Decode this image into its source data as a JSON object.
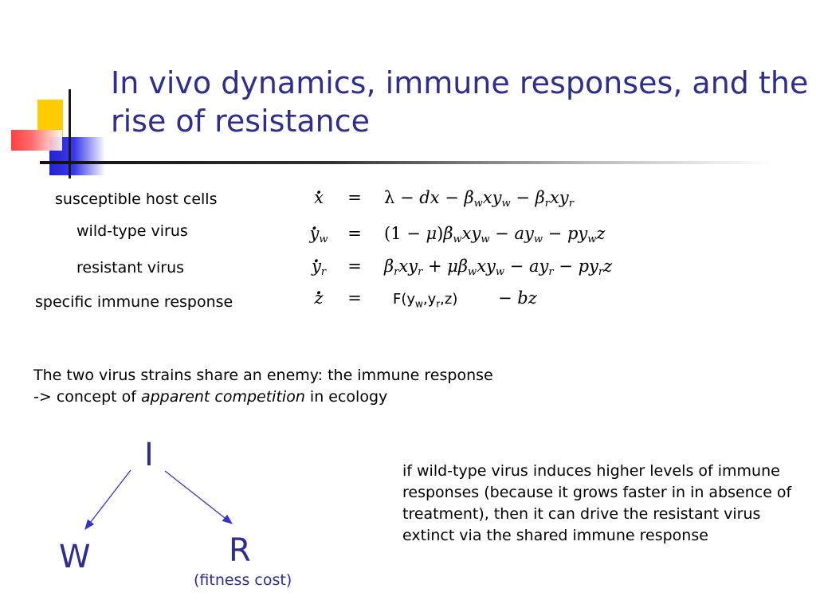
{
  "slide": {
    "title": "In vivo dynamics, immune responses, and the rise of resistance",
    "equations": [
      {
        "label": "susceptible host cells",
        "lhs": "x",
        "lhs_sub": "",
        "rhs": "λ − dx − β_w x y_w − β_r x y_r"
      },
      {
        "label": "wild-type virus",
        "lhs": "y",
        "lhs_sub": "w",
        "rhs": "(1 − μ)β_w x y_w − a y_w − p y_w z"
      },
      {
        "label": "resistant virus",
        "lhs": "y",
        "lhs_sub": "r",
        "rhs": "β_r x y_r + μβ_w x y_w − a y_r − p y_r z"
      },
      {
        "label": "specific immune response",
        "lhs": "z",
        "lhs_sub": "",
        "rhs_func": "F(y_w,y_r,z)",
        "rhs_tail": "− bz"
      }
    ],
    "equals": "=",
    "competition": {
      "line1": "The two virus strains share an enemy: the immune response",
      "line2_prefix": "-> concept of ",
      "line2_italic": "apparent competition",
      "line2_suffix": " in ecology"
    },
    "diagram": {
      "top": "I",
      "left": "W",
      "right": "R",
      "right_note": "(fitness cost)",
      "arrow_color": "#3333cc"
    },
    "side_text": "if wild-type virus induces higher levels of immune responses (because it grows faster in in absence of treatment), then it can drive the resistant virus extinct via the shared immune response"
  }
}
